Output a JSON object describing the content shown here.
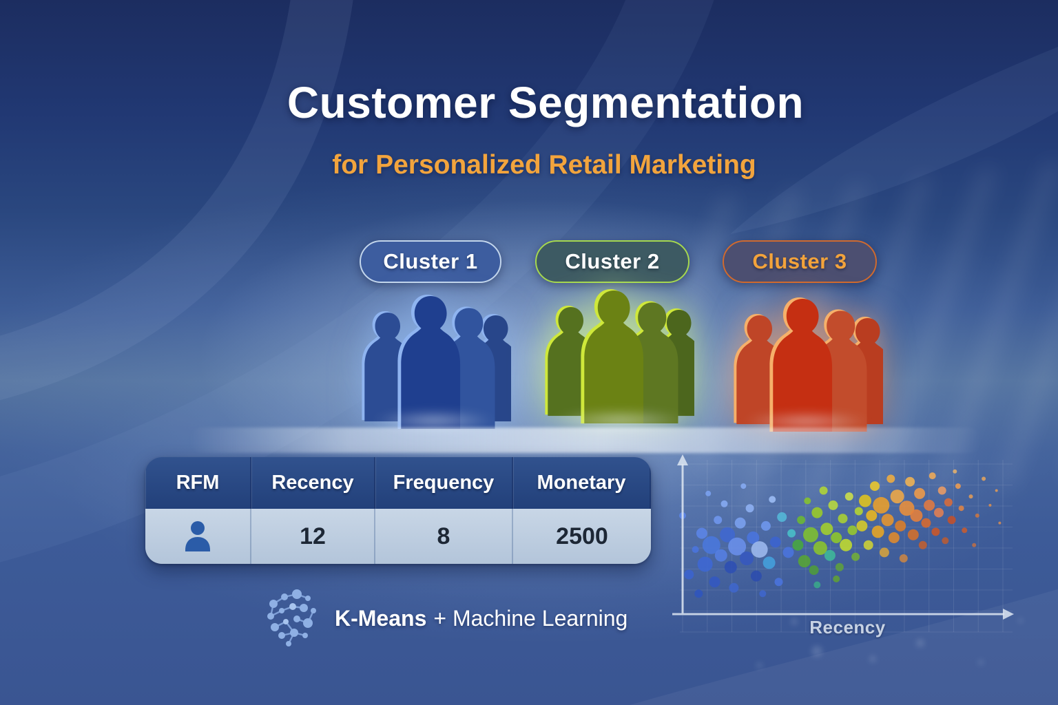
{
  "title": "Customer Segmentation",
  "subtitle": "for Personalized Retail Marketing",
  "palette": {
    "background_top": "#1c2d60",
    "background_bottom": "#3a5592",
    "accent_orange": "#f2a43d",
    "white": "#ffffff"
  },
  "clusters": [
    {
      "label": "Cluster 1",
      "badge_fill": "#3d5d9f",
      "badge_border": "#c3d6ec",
      "label_color": "#ffffff",
      "crowd": {
        "front": "#1f3f8f",
        "back1": "#2c4c94",
        "back2": "#31549e",
        "back3": "#28468a",
        "rim": "#8fb4f0"
      }
    },
    {
      "label": "Cluster 2",
      "badge_fill": "#3d5a63",
      "badge_border": "#a6d84e",
      "label_color": "#ffffff",
      "crowd": {
        "front": "#6b8214",
        "back1": "#55711f",
        "back2": "#5e7722",
        "back3": "#4c661d",
        "rim": "#cfe83a"
      }
    },
    {
      "label": "Cluster 3",
      "badge_fill": "#4c4f71",
      "badge_border": "#d06a2e",
      "label_color": "#f3a33b",
      "crowd": {
        "front": "#c52f12",
        "back1": "#bf4527",
        "back2": "#c24c2c",
        "back3": "#b93d20",
        "rim": "#f6b06a"
      }
    }
  ],
  "table": {
    "headers": [
      "RFM",
      "Recency",
      "Frequency",
      "Monetary"
    ],
    "row": [
      "person-icon",
      "12",
      "8",
      "2500"
    ],
    "header_color": "#2a4a85",
    "body_color": "#bccbde"
  },
  "footer": {
    "bold": "K-Means",
    "rest": "+ Machine Learning",
    "icon": "cluster-network-icon"
  },
  "chart_data": {
    "type": "scatter",
    "title": "",
    "xlabel": "Recency",
    "ylabel": "",
    "x_range": [
      0,
      100
    ],
    "y_range": [
      0,
      100
    ],
    "grid": true,
    "legend": "none",
    "description": "Schematic RFM bokeh scatter: blue cluster (low recency) to green (mid) to orange/red (high recency). Coordinates are percent of plot area, y measured from top; third value is dot radius px.",
    "series": [
      {
        "name": "cluster-1-blue",
        "color": "#4a78dd",
        "points": [
          [
            2,
            75,
            7,
            "#3b63cf"
          ],
          [
            4,
            58,
            5,
            "#4a74de"
          ],
          [
            5,
            88,
            6,
            "#2f55be"
          ],
          [
            6,
            47,
            8,
            "#5c85e8"
          ],
          [
            7,
            68,
            11,
            "#3d68d4"
          ],
          [
            9,
            55,
            13,
            "#4a78dd"
          ],
          [
            10,
            80,
            8,
            "#3358c2"
          ],
          [
            11,
            38,
            6,
            "#6f97ee"
          ],
          [
            12,
            62,
            9,
            "#557fe2"
          ],
          [
            13,
            27,
            5,
            "#86abf2"
          ],
          [
            14,
            48,
            11,
            "#4068d0"
          ],
          [
            15,
            70,
            9,
            "#2d4fb4"
          ],
          [
            16,
            84,
            7,
            "#3f66cc"
          ],
          [
            17,
            56,
            13,
            "#6a90ea"
          ],
          [
            18,
            40,
            8,
            "#7ba2f0"
          ],
          [
            20,
            64,
            10,
            "#3558bf"
          ],
          [
            21,
            30,
            6,
            "#8fb2f4"
          ],
          [
            22,
            50,
            9,
            "#4a74de"
          ],
          [
            23,
            76,
            8,
            "#2c4cae"
          ],
          [
            24,
            58,
            12,
            "#9db9ee"
          ],
          [
            26,
            42,
            7,
            "#6f97ee"
          ],
          [
            27,
            67,
            9,
            "#44a0dd"
          ],
          [
            28,
            24,
            5,
            "#9dbdf6"
          ],
          [
            29,
            53,
            8,
            "#3b63cf"
          ],
          [
            30,
            80,
            6,
            "#4a74de"
          ],
          [
            31,
            36,
            7,
            "#54b8d8"
          ],
          [
            33,
            60,
            8,
            "#4a74de"
          ],
          [
            34,
            47,
            6,
            "#49c0c8"
          ],
          [
            8,
            20,
            4,
            "#7ba2f0"
          ],
          [
            19,
            15,
            4,
            "#86abf2"
          ],
          [
            25,
            88,
            5,
            "#3f66cc"
          ],
          [
            0,
            35,
            5,
            "#5c85e8"
          ]
        ]
      },
      {
        "name": "cluster-2-green",
        "color": "#8cc42c",
        "points": [
          [
            36,
            55,
            8,
            "#48a83e"
          ],
          [
            37,
            38,
            6,
            "#6cb832"
          ],
          [
            38,
            66,
            9,
            "#58a534"
          ],
          [
            39,
            25,
            5,
            "#88c42c"
          ],
          [
            40,
            48,
            11,
            "#7fc22e"
          ],
          [
            41,
            72,
            7,
            "#4f9c3a"
          ],
          [
            42,
            33,
            8,
            "#9ccc28"
          ],
          [
            43,
            57,
            10,
            "#8cc42c"
          ],
          [
            44,
            18,
            6,
            "#b2d636"
          ],
          [
            45,
            44,
            9,
            "#a4d02a"
          ],
          [
            46,
            62,
            8,
            "#3fb89a"
          ],
          [
            47,
            28,
            7,
            "#bada3c"
          ],
          [
            48,
            50,
            8,
            "#90c82a"
          ],
          [
            49,
            70,
            6,
            "#5ea03c"
          ],
          [
            50,
            37,
            7,
            "#aad232"
          ],
          [
            51,
            55,
            9,
            "#c2dc2e"
          ],
          [
            52,
            22,
            6,
            "#cee04a"
          ],
          [
            53,
            45,
            7,
            "#98ca2c"
          ],
          [
            54,
            63,
            6,
            "#72ae38"
          ],
          [
            55,
            32,
            6,
            "#b6d630"
          ],
          [
            42,
            82,
            5,
            "#3aa88a"
          ],
          [
            48,
            78,
            5,
            "#61a036"
          ]
        ]
      },
      {
        "name": "cluster-3-orange",
        "color": "#e8913a",
        "points": [
          [
            56,
            42,
            8,
            "#d8cc26"
          ],
          [
            57,
            25,
            9,
            "#e2c51e"
          ],
          [
            58,
            55,
            7,
            "#cfd234"
          ],
          [
            59,
            35,
            8,
            "#ecb81f"
          ],
          [
            60,
            15,
            7,
            "#eec82a"
          ],
          [
            61,
            46,
            9,
            "#eaa623"
          ],
          [
            62,
            28,
            12,
            "#ec9f2a"
          ],
          [
            63,
            60,
            7,
            "#d5a33c"
          ],
          [
            64,
            38,
            9,
            "#e8962e"
          ],
          [
            65,
            10,
            6,
            "#f0ad3f"
          ],
          [
            66,
            50,
            8,
            "#e08a2c"
          ],
          [
            67,
            22,
            10,
            "#f0a845"
          ],
          [
            68,
            42,
            8,
            "#de7e28"
          ],
          [
            69,
            64,
            6,
            "#c98544"
          ],
          [
            70,
            30,
            11,
            "#ea8f3a"
          ],
          [
            71,
            12,
            7,
            "#f2b452"
          ],
          [
            72,
            48,
            8,
            "#d4702a"
          ],
          [
            73,
            35,
            9,
            "#e8813a"
          ],
          [
            74,
            20,
            8,
            "#ef9b48"
          ],
          [
            75,
            55,
            6,
            "#c06030"
          ],
          [
            76,
            40,
            7,
            "#da6a2e"
          ],
          [
            77,
            28,
            8,
            "#e37a40"
          ],
          [
            78,
            8,
            5,
            "#f0ab58"
          ],
          [
            79,
            46,
            6,
            "#cc5828"
          ],
          [
            80,
            33,
            7,
            "#e28052"
          ],
          [
            81,
            18,
            6,
            "#ec9c64"
          ],
          [
            82,
            52,
            5,
            "#b85c34"
          ],
          [
            83,
            26,
            6,
            "#d96c3a"
          ],
          [
            84,
            38,
            6,
            "#c4502a"
          ],
          [
            86,
            15,
            4,
            "#ee9c50"
          ],
          [
            87,
            30,
            4,
            "#e08444"
          ],
          [
            88,
            45,
            4,
            "#c65c30"
          ],
          [
            90,
            22,
            3,
            "#f0a050"
          ],
          [
            92,
            35,
            3,
            "#d87838"
          ],
          [
            94,
            10,
            3,
            "#f2aa58"
          ],
          [
            96,
            28,
            2,
            "#e89448"
          ],
          [
            98,
            18,
            2,
            "#f0a050"
          ],
          [
            85,
            5,
            3,
            "#f4b866"
          ],
          [
            91,
            55,
            3,
            "#c87040"
          ],
          [
            99,
            40,
            2,
            "#e09050"
          ]
        ]
      }
    ]
  }
}
